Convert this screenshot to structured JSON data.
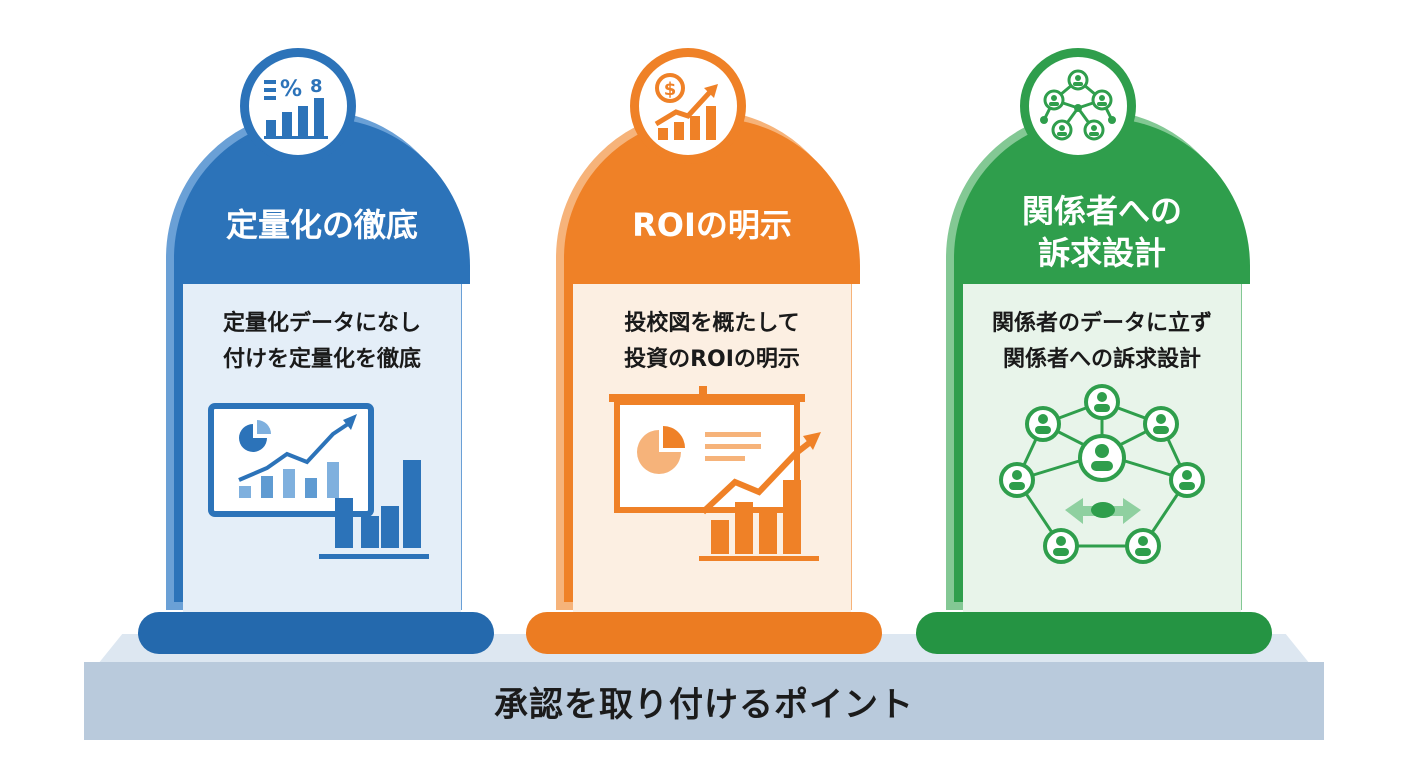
{
  "colors": {
    "blue": "#2c73b9",
    "orange": "#ef8127",
    "green": "#2f9e4c",
    "base": "#b9cadc"
  },
  "base": {
    "title": "承認を取り付けるポイント"
  },
  "pillars": [
    {
      "key": "quantification",
      "icon": "bar-chart-percent-icon",
      "title_lines": [
        "定量化の徹底",
        ""
      ],
      "desc_lines": [
        "定量化データになし",
        "付けを定量化を徹底"
      ],
      "illustration": "dashboard-growth-chart"
    },
    {
      "key": "roi",
      "icon": "dollar-growth-icon",
      "title_lines": [
        "ROIの明示",
        ""
      ],
      "desc_lines": [
        "投校図を概たして",
        "投資のROIの明示"
      ],
      "illustration": "presentation-board-chart"
    },
    {
      "key": "stakeholders",
      "icon": "people-network-icon",
      "title_lines": [
        "関係者への",
        "訴求設計"
      ],
      "desc_lines": [
        "関係者のデータに立ず",
        "関係者への訴求設計"
      ],
      "illustration": "stakeholder-network"
    }
  ]
}
